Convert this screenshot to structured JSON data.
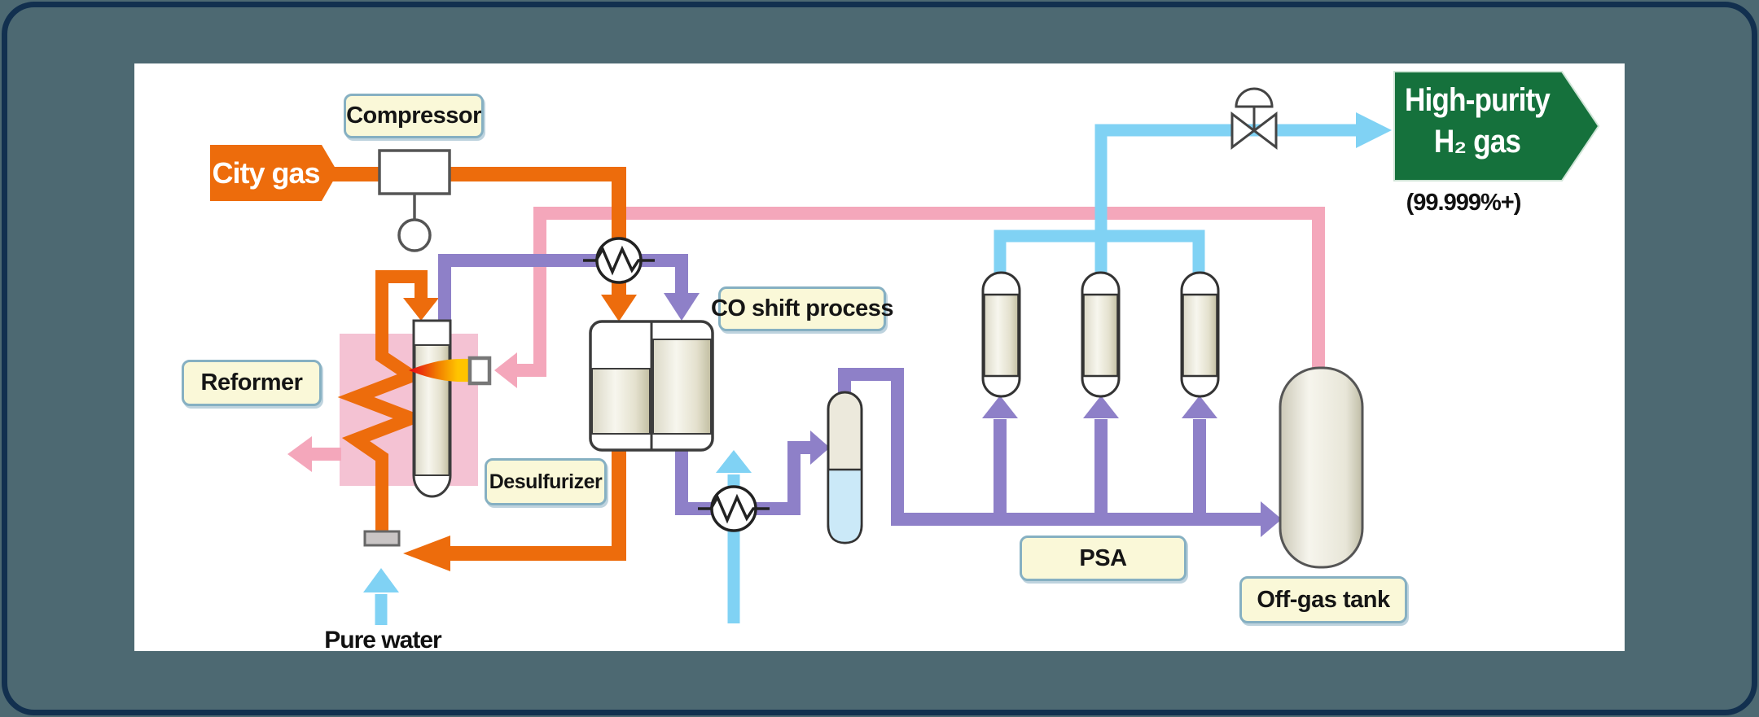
{
  "window": {
    "window_bg": "#4D6972",
    "frame_border": "#12304F",
    "canvas_bg": "#FFFFFF"
  },
  "labels": {
    "compressor": "Compressor",
    "city_gas": "City gas",
    "reformer": "Reformer",
    "desulfurizer": "Desulfurizer",
    "co_shift_process": "CO shift process",
    "psa": "PSA",
    "off_gas_tank": "Off-gas tank",
    "pure_water": "Pure water",
    "product_line1": "High-purity",
    "product_line2": "H₂ gas",
    "product_purity": "(99.999%+)"
  },
  "colors": {
    "city_gas_pipe": "#ED6C0C",
    "process_gas_pipe": "#8E80C8",
    "water_pipe": "#80D2F4",
    "off_gas_pipe": "#F4A7BB",
    "furnace_box": "#F4C2D3",
    "product_arrow": "#15713C",
    "label_bg": "#FAF8D8",
    "label_border": "#86B0C2",
    "vessel_outline": "#3C3C3C",
    "liquid": "#CBE9F8",
    "flame_red": "#E60017",
    "flame_yellow": "#FFC400"
  },
  "icons": {
    "heat_exchanger_icon": "circle with zigzag",
    "control_valve_icon": "bowtie with dome actuator",
    "compressor_icon": "rectangle with drive circle",
    "burner_flame_icon": "flame",
    "flow_arrow_icon": "triangle arrowhead"
  }
}
